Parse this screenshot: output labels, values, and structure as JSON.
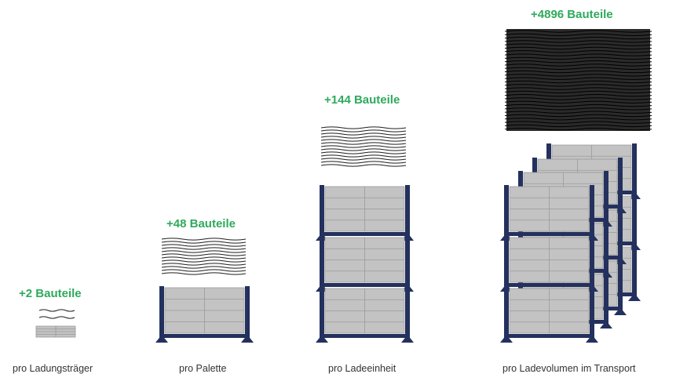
{
  "colors": {
    "accent_green": "#2eaa5c",
    "rack_navy": "#24315e",
    "crate_gray": "#c3c3c3",
    "part_dark": "#1e1e1e"
  },
  "stages": [
    {
      "count_label": "+2 Bauteile",
      "caption": "pro Ladungsträger"
    },
    {
      "count_label": "+48 Bauteile",
      "caption": "pro Palette"
    },
    {
      "count_label": "+144 Bauteile",
      "caption": "pro Ladeeinheit"
    },
    {
      "count_label": "+4896 Bauteile",
      "caption": "pro Ladevolumen im Transport"
    }
  ]
}
